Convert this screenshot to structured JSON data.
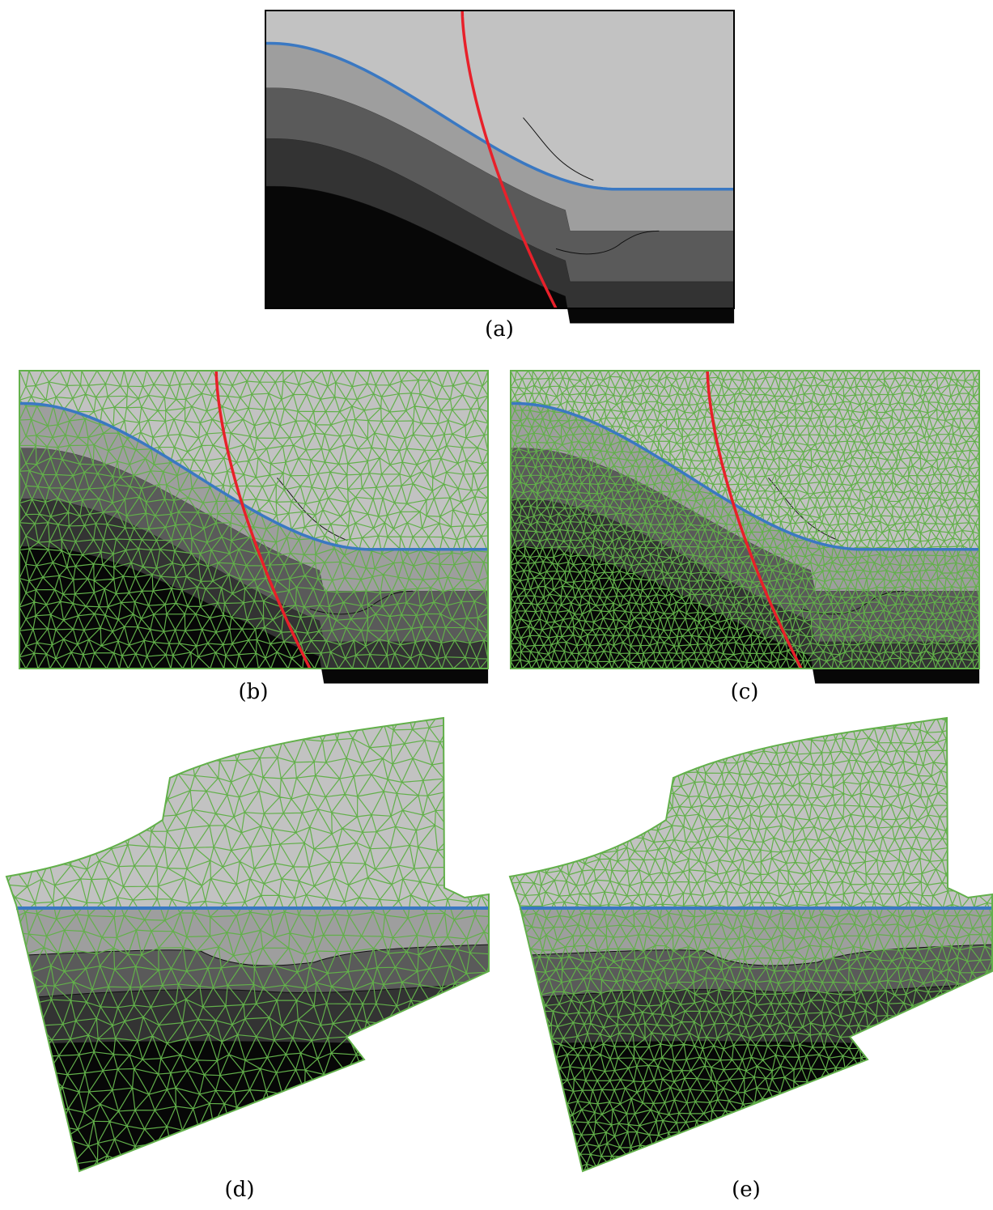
{
  "colors": {
    "layer_top": "#c2c2c2",
    "layer_2": "#9e9e9e",
    "layer_3": "#5a5a5a",
    "layer_4": "#333333",
    "layer_bottom": "#070707",
    "horizon_line": "#3a78c2",
    "fault_line": "#e8202a",
    "mesh_line": "#62b04a",
    "contact_line": "#111111"
  },
  "panels": [
    {
      "id": "a",
      "caption": "(a)",
      "kind": "model",
      "mesh": "none"
    },
    {
      "id": "b",
      "caption": "(b)",
      "kind": "model",
      "mesh": "coarse"
    },
    {
      "id": "c",
      "caption": "(c)",
      "kind": "model",
      "mesh": "fine"
    },
    {
      "id": "d",
      "caption": "(d)",
      "kind": "restored",
      "mesh": "coarse"
    },
    {
      "id": "e",
      "caption": "(e)",
      "kind": "restored",
      "mesh": "fine"
    }
  ]
}
